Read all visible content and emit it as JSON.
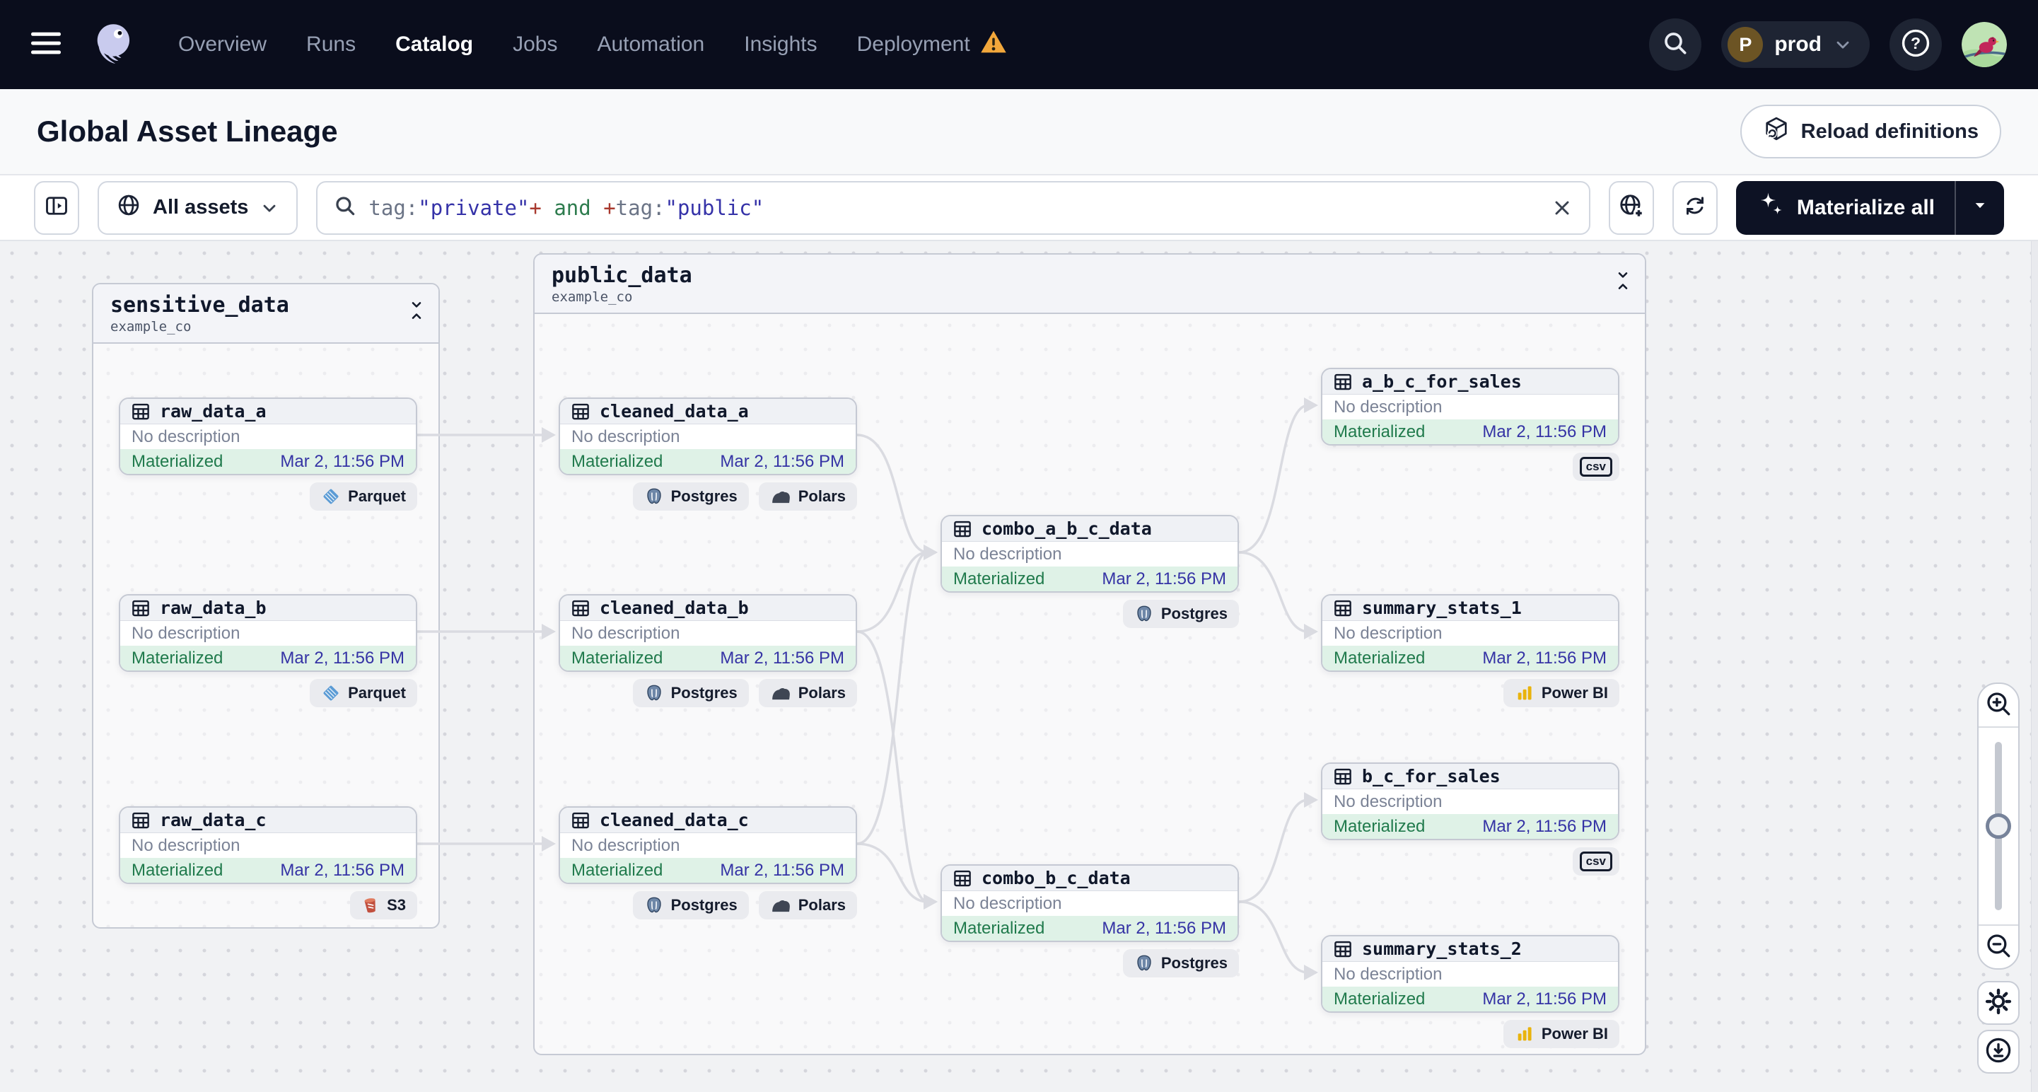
{
  "nav": {
    "items": [
      "Overview",
      "Runs",
      "Catalog",
      "Jobs",
      "Automation",
      "Insights",
      "Deployment"
    ],
    "active_item": "Catalog",
    "warning_item": "Deployment",
    "environment": "prod",
    "environment_initial": "P"
  },
  "header": {
    "title": "Global Asset Lineage",
    "reload_label": "Reload definitions"
  },
  "toolbar": {
    "scope_label": "All assets",
    "query_segments": [
      {
        "text": "tag:",
        "color": "#6B7486"
      },
      {
        "text": "\"private\"",
        "color": "#3532A8"
      },
      {
        "text": "+",
        "color": "#A8392E"
      },
      {
        "text": " and ",
        "color": "#2E7C4E"
      },
      {
        "text": "+",
        "color": "#A8392E"
      },
      {
        "text": "tag:",
        "color": "#6B7486"
      },
      {
        "text": "\"public\"",
        "color": "#3532A8"
      }
    ],
    "materialize_label": "Materialize all"
  },
  "colors": {
    "accent_dark": "#0D1224",
    "materialized_green": "#207A4C",
    "timestamp_indigo": "#3533A5",
    "warning_amber": "#F2A73B",
    "edge_gray": "#DADBE1"
  },
  "graph": {
    "groups": [
      {
        "name": "sensitive_data",
        "subtitle": "example_co",
        "assets": [
          {
            "name": "raw_data_a",
            "description": "No description",
            "status": "Materialized",
            "materialized_at": "Mar 2, 11:56 PM",
            "badges": [
              {
                "icon": "parquet",
                "label": "Parquet"
              }
            ]
          },
          {
            "name": "raw_data_b",
            "description": "No description",
            "status": "Materialized",
            "materialized_at": "Mar 2, 11:56 PM",
            "badges": [
              {
                "icon": "parquet",
                "label": "Parquet"
              }
            ]
          },
          {
            "name": "raw_data_c",
            "description": "No description",
            "status": "Materialized",
            "materialized_at": "Mar 2, 11:56 PM",
            "badges": [
              {
                "icon": "s3",
                "label": "S3"
              }
            ]
          }
        ]
      },
      {
        "name": "public_data",
        "subtitle": "example_co",
        "assets": [
          {
            "name": "cleaned_data_a",
            "description": "No description",
            "status": "Materialized",
            "materialized_at": "Mar 2, 11:56 PM",
            "badges": [
              {
                "icon": "postgres",
                "label": "Postgres"
              },
              {
                "icon": "polars",
                "label": "Polars"
              }
            ]
          },
          {
            "name": "cleaned_data_b",
            "description": "No description",
            "status": "Materialized",
            "materialized_at": "Mar 2, 11:56 PM",
            "badges": [
              {
                "icon": "postgres",
                "label": "Postgres"
              },
              {
                "icon": "polars",
                "label": "Polars"
              }
            ]
          },
          {
            "name": "cleaned_data_c",
            "description": "No description",
            "status": "Materialized",
            "materialized_at": "Mar 2, 11:56 PM",
            "badges": [
              {
                "icon": "postgres",
                "label": "Postgres"
              },
              {
                "icon": "polars",
                "label": "Polars"
              }
            ]
          },
          {
            "name": "combo_a_b_c_data",
            "description": "No description",
            "status": "Materialized",
            "materialized_at": "Mar 2, 11:56 PM",
            "badges": [
              {
                "icon": "postgres",
                "label": "Postgres"
              }
            ]
          },
          {
            "name": "combo_b_c_data",
            "description": "No description",
            "status": "Materialized",
            "materialized_at": "Mar 2, 11:56 PM",
            "badges": [
              {
                "icon": "postgres",
                "label": "Postgres"
              }
            ]
          },
          {
            "name": "a_b_c_for_sales",
            "description": "No description",
            "status": "Materialized",
            "materialized_at": "Mar 2, 11:56 PM",
            "badges": [
              {
                "icon": "csv",
                "label": "csv"
              }
            ]
          },
          {
            "name": "summary_stats_1",
            "description": "No description",
            "status": "Materialized",
            "materialized_at": "Mar 2, 11:56 PM",
            "badges": [
              {
                "icon": "powerbi",
                "label": "Power BI"
              }
            ]
          },
          {
            "name": "b_c_for_sales",
            "description": "No description",
            "status": "Materialized",
            "materialized_at": "Mar 2, 11:56 PM",
            "badges": [
              {
                "icon": "csv",
                "label": "csv"
              }
            ]
          },
          {
            "name": "summary_stats_2",
            "description": "No description",
            "status": "Materialized",
            "materialized_at": "Mar 2, 11:56 PM",
            "badges": [
              {
                "icon": "powerbi",
                "label": "Power BI"
              }
            ]
          }
        ]
      }
    ],
    "edges": [
      {
        "from": "raw_data_a",
        "to": "cleaned_data_a"
      },
      {
        "from": "raw_data_b",
        "to": "cleaned_data_b"
      },
      {
        "from": "raw_data_c",
        "to": "cleaned_data_c"
      },
      {
        "from": "cleaned_data_a",
        "to": "combo_a_b_c_data"
      },
      {
        "from": "cleaned_data_b",
        "to": "combo_a_b_c_data"
      },
      {
        "from": "cleaned_data_c",
        "to": "combo_a_b_c_data"
      },
      {
        "from": "cleaned_data_b",
        "to": "combo_b_c_data"
      },
      {
        "from": "cleaned_data_c",
        "to": "combo_b_c_data"
      },
      {
        "from": "combo_a_b_c_data",
        "to": "a_b_c_for_sales"
      },
      {
        "from": "combo_a_b_c_data",
        "to": "summary_stats_1"
      },
      {
        "from": "combo_b_c_data",
        "to": "b_c_for_sales"
      },
      {
        "from": "combo_b_c_data",
        "to": "summary_stats_2"
      }
    ]
  }
}
